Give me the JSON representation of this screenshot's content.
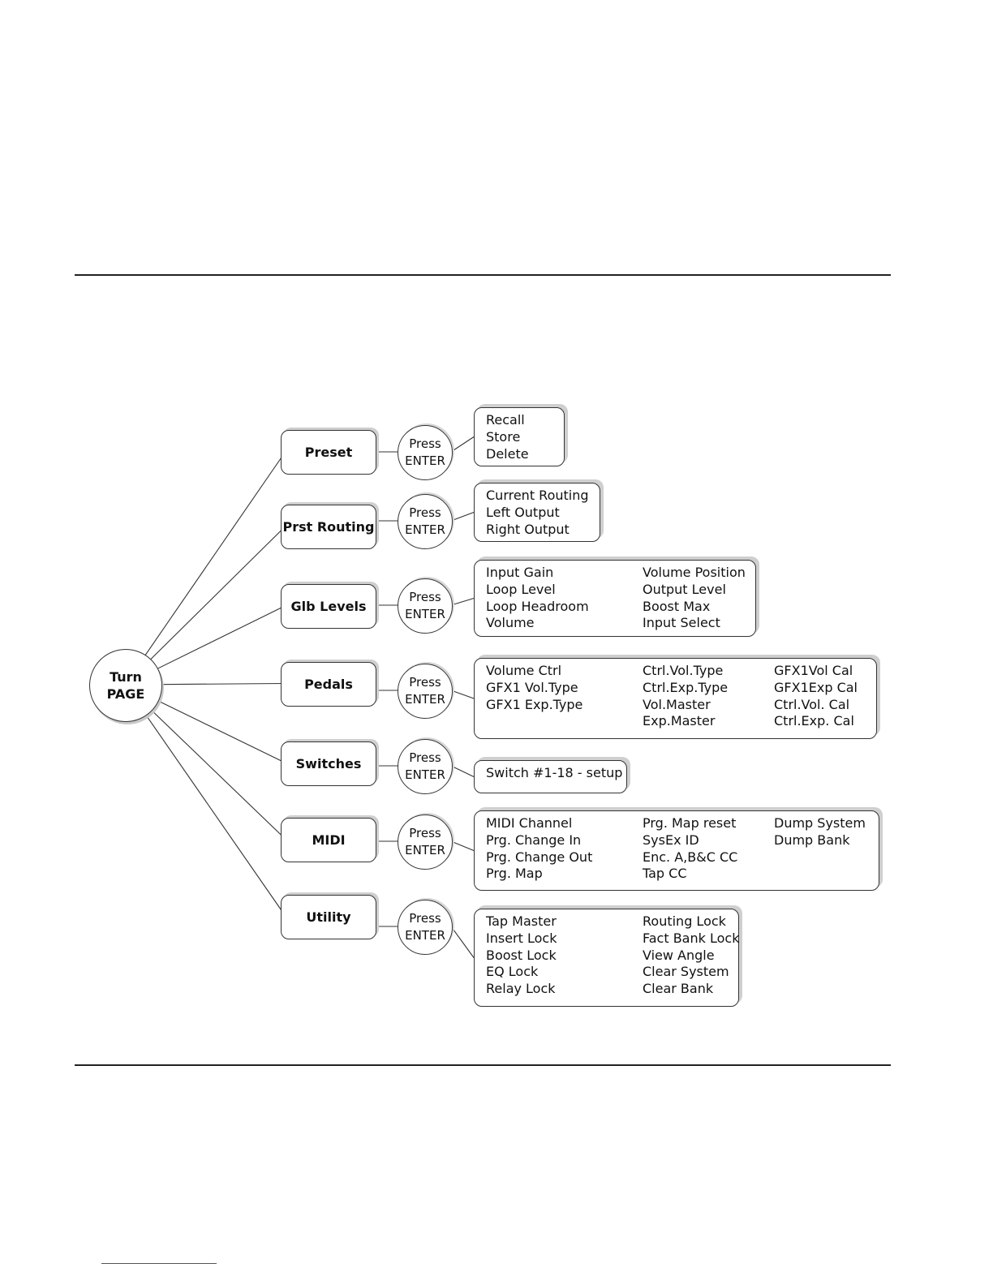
{
  "hub": {
    "line1": "Turn",
    "line2": "PAGE"
  },
  "menus": [
    {
      "label": "Preset",
      "press": [
        "Press",
        "ENTER"
      ],
      "options": [
        [
          "Recall",
          "Store",
          "Delete"
        ]
      ]
    },
    {
      "label": "Prst Routing",
      "press": [
        "Press",
        "ENTER"
      ],
      "options": [
        [
          "Current Routing",
          "Left Output",
          "Right Output"
        ]
      ]
    },
    {
      "label": "Glb Levels",
      "press": [
        "Press",
        "ENTER"
      ],
      "options": [
        [
          "Input Gain",
          "Loop Level",
          "Loop Headroom",
          "Volume"
        ],
        [
          "Volume Position",
          "Output Level",
          "Boost Max",
          "Input Select"
        ]
      ]
    },
    {
      "label": "Pedals",
      "press": [
        "Press",
        "ENTER"
      ],
      "options": [
        [
          "Volume Ctrl",
          "GFX1 Vol.Type",
          "GFX1 Exp.Type"
        ],
        [
          "Ctrl.Vol.Type",
          "Ctrl.Exp.Type",
          "Vol.Master",
          "Exp.Master"
        ],
        [
          "GFX1Vol Cal",
          "GFX1Exp Cal",
          "Ctrl.Vol. Cal",
          "Ctrl.Exp. Cal"
        ]
      ]
    },
    {
      "label": "Switches",
      "press": [
        "Press",
        "ENTER"
      ],
      "options": [
        [
          "Switch #1-18 - setup"
        ]
      ]
    },
    {
      "label": "MIDI",
      "press": [
        "Press",
        "ENTER"
      ],
      "options": [
        [
          "MIDI Channel",
          "Prg. Change In",
          "Prg. Change Out",
          "Prg. Map"
        ],
        [
          "Prg. Map reset",
          "SysEx ID",
          "Enc. A,B&C  CC",
          "Tap CC"
        ],
        [
          "Dump System",
          "Dump Bank"
        ]
      ]
    },
    {
      "label": "Utility",
      "press": [
        "Press",
        "ENTER"
      ],
      "options": [
        [
          "Tap Master",
          "Insert Lock",
          "Boost Lock",
          "EQ Lock",
          "Relay Lock"
        ],
        [
          "Routing Lock",
          "Fact Bank Lock",
          "View Angle",
          "Clear System",
          "Clear Bank"
        ]
      ]
    }
  ]
}
